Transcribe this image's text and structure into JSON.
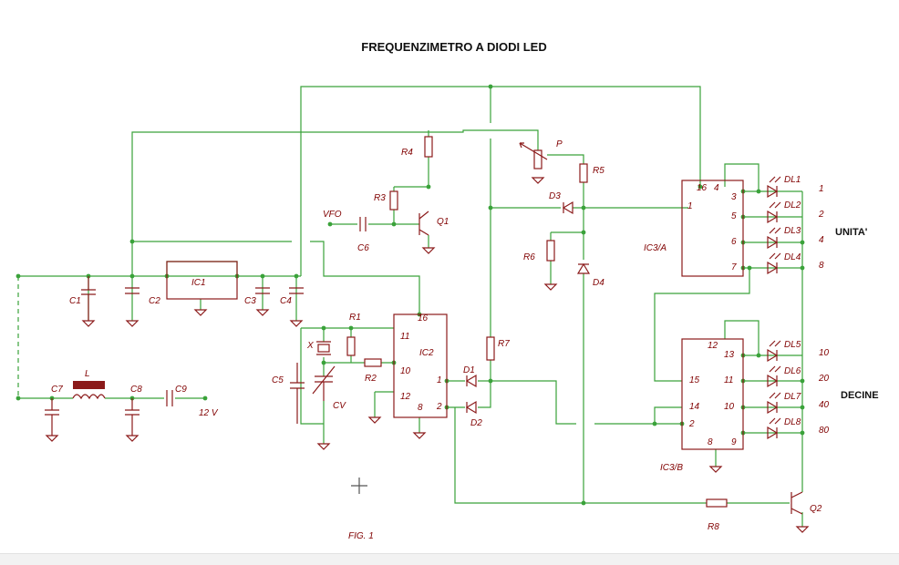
{
  "title": "FREQUENZIMETRO A DIODI LED",
  "groups": {
    "units": "UNITA'",
    "tens": "DECINE"
  },
  "figure": "FIG. 1",
  "supply": "12 V",
  "labels": {
    "C1": "C1",
    "C2": "C2",
    "C3": "C3",
    "C4": "C4",
    "C5": "C5",
    "C6": "C6",
    "C7": "C7",
    "C8": "C8",
    "C9": "C9",
    "IC1": "IC1",
    "IC2": "IC2",
    "IC3A": "IC3/A",
    "IC3B": "IC3/B",
    "R1": "R1",
    "R2": "R2",
    "R3": "R3",
    "R4": "R4",
    "R5": "R5",
    "R6": "R6",
    "R7": "R7",
    "R8": "R8",
    "P": "P",
    "Q1": "Q1",
    "Q2": "Q2",
    "D1": "D1",
    "D2": "D2",
    "D3": "D3",
    "D4": "D4",
    "X": "X",
    "CV": "CV",
    "VFO": "VFO",
    "L": "L",
    "DL1": "DL1",
    "DL2": "DL2",
    "DL3": "DL3",
    "DL4": "DL4",
    "DL5": "DL5",
    "DL6": "DL6",
    "DL7": "DL7",
    "DL8": "DL8"
  },
  "led_values": {
    "DL1": "1",
    "DL2": "2",
    "DL3": "4",
    "DL4": "8",
    "DL5": "10",
    "DL6": "20",
    "DL7": "40",
    "DL8": "80"
  },
  "pins": {
    "ic2": [
      "16",
      "11",
      "10",
      "12",
      "8",
      "1",
      "2"
    ],
    "ic3a": [
      "16",
      "4",
      "3",
      "5",
      "6",
      "7",
      "1"
    ],
    "ic3b": [
      "12",
      "13",
      "15",
      "11",
      "14",
      "10",
      "2",
      "8",
      "9"
    ]
  }
}
